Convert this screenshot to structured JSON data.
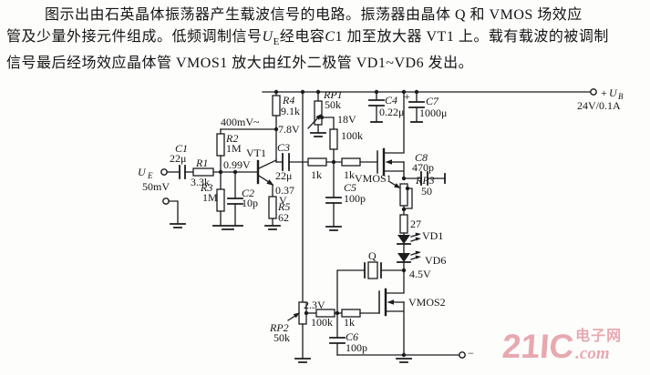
{
  "paragraph": {
    "line1": "图示出由石英晶体振荡器产生载波信号的电路。振荡器由晶体 Q 和 VMOS 场效应",
    "line2_pre": "管及少量外接元件组成。低频调制信号",
    "line2_u": "U",
    "line2_u_sub": "E",
    "line2_mid": "经电容",
    "line2_c": "C",
    "line2_c_num": "1",
    "line2_post": "加至放大器 VT1 上。载有载波的被调制",
    "line3": "信号最后经场效应晶体管 VMOS1 放大由红外二极管 VD1~VD6 发出。"
  },
  "circuit": {
    "input": {
      "u": "U",
      "u_sub": "E",
      "level": "50mV"
    },
    "power": {
      "plus": "+",
      "u": "U",
      "sub": "B",
      "rating": "24V/0.1A"
    },
    "output": {
      "minus": "−"
    },
    "voltages": {
      "osc": "400mV~",
      "collector": "7.8V",
      "base": "0.99V",
      "emitter_a": "0.37",
      "emitter_b": "V",
      "rp1_wiper": "18V",
      "rp2_wiper": "2.3V",
      "led_node": "4.5V"
    },
    "components": {
      "C1": {
        "name": "C1",
        "value": "22μ"
      },
      "R1": {
        "name": "R1",
        "value": "3.3k"
      },
      "R2": {
        "name": "R2",
        "value": "1M"
      },
      "R3": {
        "name": "R3",
        "value": "1M"
      },
      "C2": {
        "name": "C2",
        "value": "10p"
      },
      "VT1": {
        "name": "VT1"
      },
      "R4": {
        "name": "R4",
        "value": "9.1k"
      },
      "R5": {
        "name": "R5",
        "value": "62"
      },
      "C3": {
        "name": "C3",
        "value": "22μ"
      },
      "RP1": {
        "name": "RP1",
        "value": "50k"
      },
      "R_BIAS1": {
        "value": "100k"
      },
      "R_G1A": {
        "value": "1k"
      },
      "R_G1B": {
        "value": "1k"
      },
      "C5": {
        "name": "C5",
        "value": "100p"
      },
      "C4": {
        "name": "C4",
        "value": "0.22μ"
      },
      "C7": {
        "name": "C7",
        "value": "1000μ",
        "plus": "+"
      },
      "VMOS1": {
        "name": "VMOS1"
      },
      "C8": {
        "name": "C8",
        "value": "470p"
      },
      "RP3": {
        "name": "RP3",
        "value": "50"
      },
      "R_LED": {
        "value": "27"
      },
      "VD1": {
        "name": "VD1"
      },
      "VD6": {
        "name": "VD6"
      },
      "Q": {
        "name": "Q"
      },
      "VMOS2": {
        "name": "VMOS2"
      },
      "RP2": {
        "name": "RP2",
        "value": "50k"
      },
      "R_BIAS2": {
        "value": "100k"
      },
      "R_G2": {
        "value": "1k"
      },
      "C6": {
        "name": "C6",
        "value": "100p"
      }
    }
  },
  "watermark": {
    "big": "21IC",
    "cn": "电子网",
    "com": ".com"
  }
}
